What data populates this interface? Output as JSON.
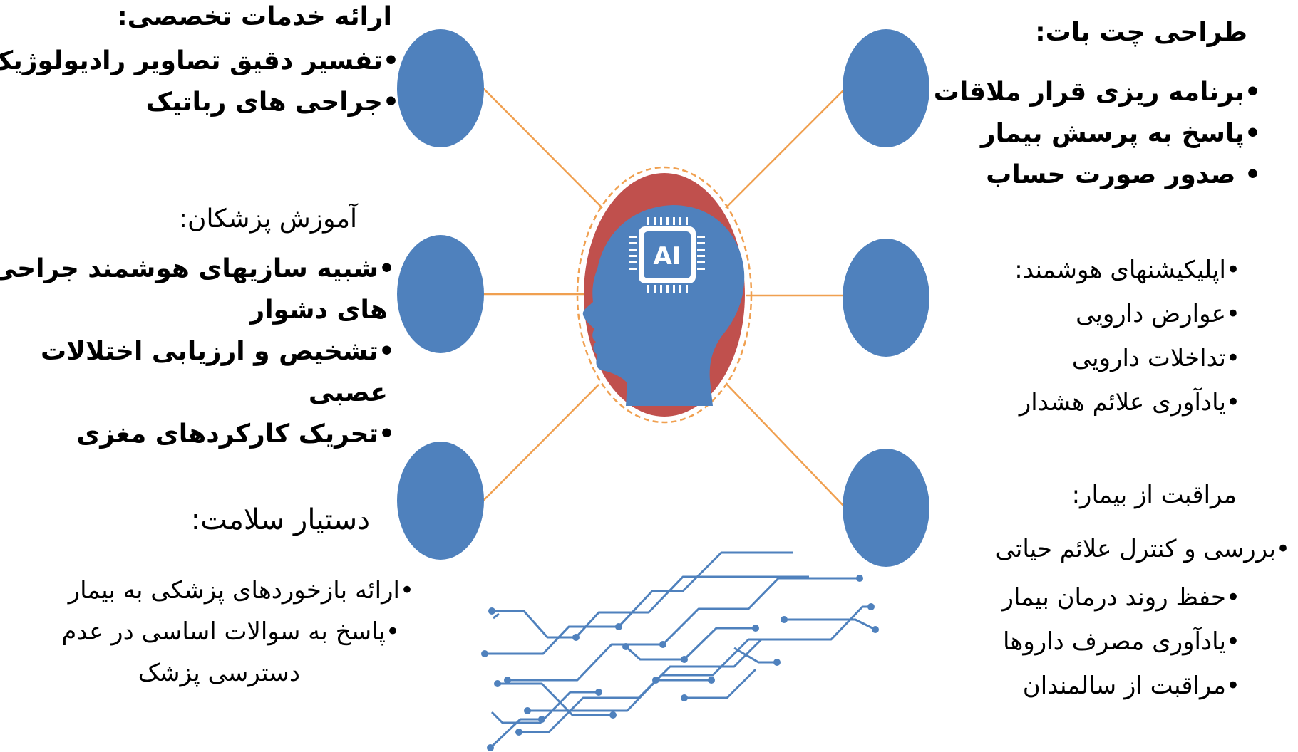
{
  "colors": {
    "node_fill": "#4f81bd",
    "connector": "#f0a050",
    "head_fill": "#c0504d",
    "circuit": "#4f81bd"
  },
  "center": {
    "icon": "ai-chip-head-icon",
    "chip_text": "AI"
  },
  "groups": {
    "top_left": {
      "heading": "ارائه خدمات تخصصی:",
      "items": [
        "•تفسیر دقیق تصاویر رادیولوژیک",
        "•جراحی های رباتیک"
      ]
    },
    "middle_left": {
      "heading": "آموزش پزشکان:",
      "items": [
        "•شبیه سازیهای هوشمند جراحی",
        "های دشوار",
        "•تشخیص و ارزیابی اختلالات",
        "عصبی",
        "•تحریک کارکردهای مغزی"
      ]
    },
    "bottom_left": {
      "heading": "دستیار سلامت:",
      "items": [
        "•ارائه بازخوردهای پزشکی به بیمار",
        "•پاسخ به سوالات اساسی در عدم",
        "دسترسی پزشک"
      ]
    },
    "top_right": {
      "heading": "طراحی چت بات:",
      "items": [
        "•برنامه ریزی قرار ملاقات",
        "•پاسخ به پرسش بیمار",
        "• صدور صورت حساب"
      ]
    },
    "middle_right": {
      "heading": "•اپلیکیشنهای هوشمند:",
      "items": [
        "•عوارض دارویی",
        "•تداخلات دارویی",
        "•یادآوری علائم هشدار"
      ]
    },
    "bottom_right": {
      "heading": "مراقبت از بیمار:",
      "items": [
        "•بررسی و کنترل علائم حیاتی",
        "•حفظ روند درمان بیمار",
        "•یادآوری مصرف داروها",
        "•مراقبت از سالمندان"
      ]
    }
  }
}
